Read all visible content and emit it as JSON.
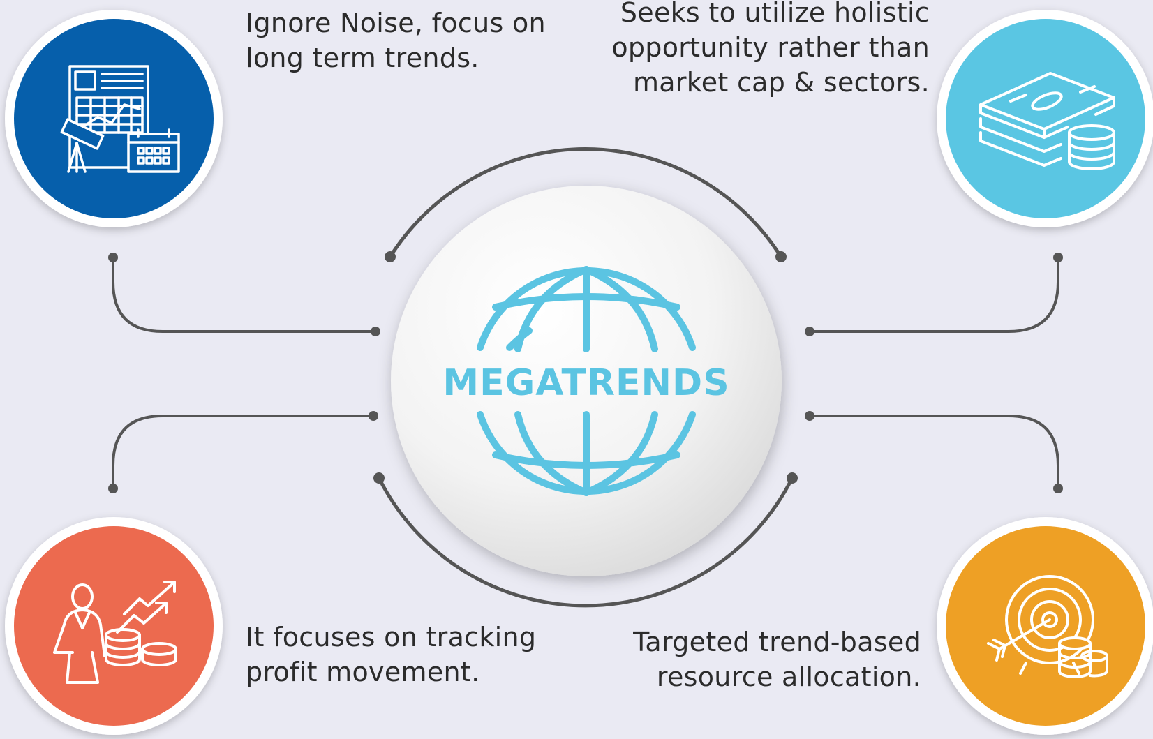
{
  "center": {
    "title": "MEGATRENDS",
    "icon": "globe-icon"
  },
  "colors": {
    "background": "#eaeaf3",
    "top_left": "#065fab",
    "top_right": "#5ac6e3",
    "bottom_left": "#ec6a4f",
    "bottom_right": "#eea025",
    "globe": "#5bc4e2",
    "connector": "#555555"
  },
  "cards": [
    {
      "id": "top-left",
      "icon": "planning-calendar-telescope-icon",
      "lines": [
        "Ignore Noise, focus on",
        "long term trends."
      ]
    },
    {
      "id": "top-right",
      "icon": "money-stack-coins-icon",
      "lines": [
        "Seeks to utilize holistic",
        "opportunity rather than",
        "market cap & sectors."
      ]
    },
    {
      "id": "bottom-left",
      "icon": "investor-profit-growth-icon",
      "lines": [
        "It focuses on tracking",
        "profit movement."
      ]
    },
    {
      "id": "bottom-right",
      "icon": "target-coins-icon",
      "lines": [
        "Targeted trend-based",
        "resource allocation."
      ]
    }
  ]
}
